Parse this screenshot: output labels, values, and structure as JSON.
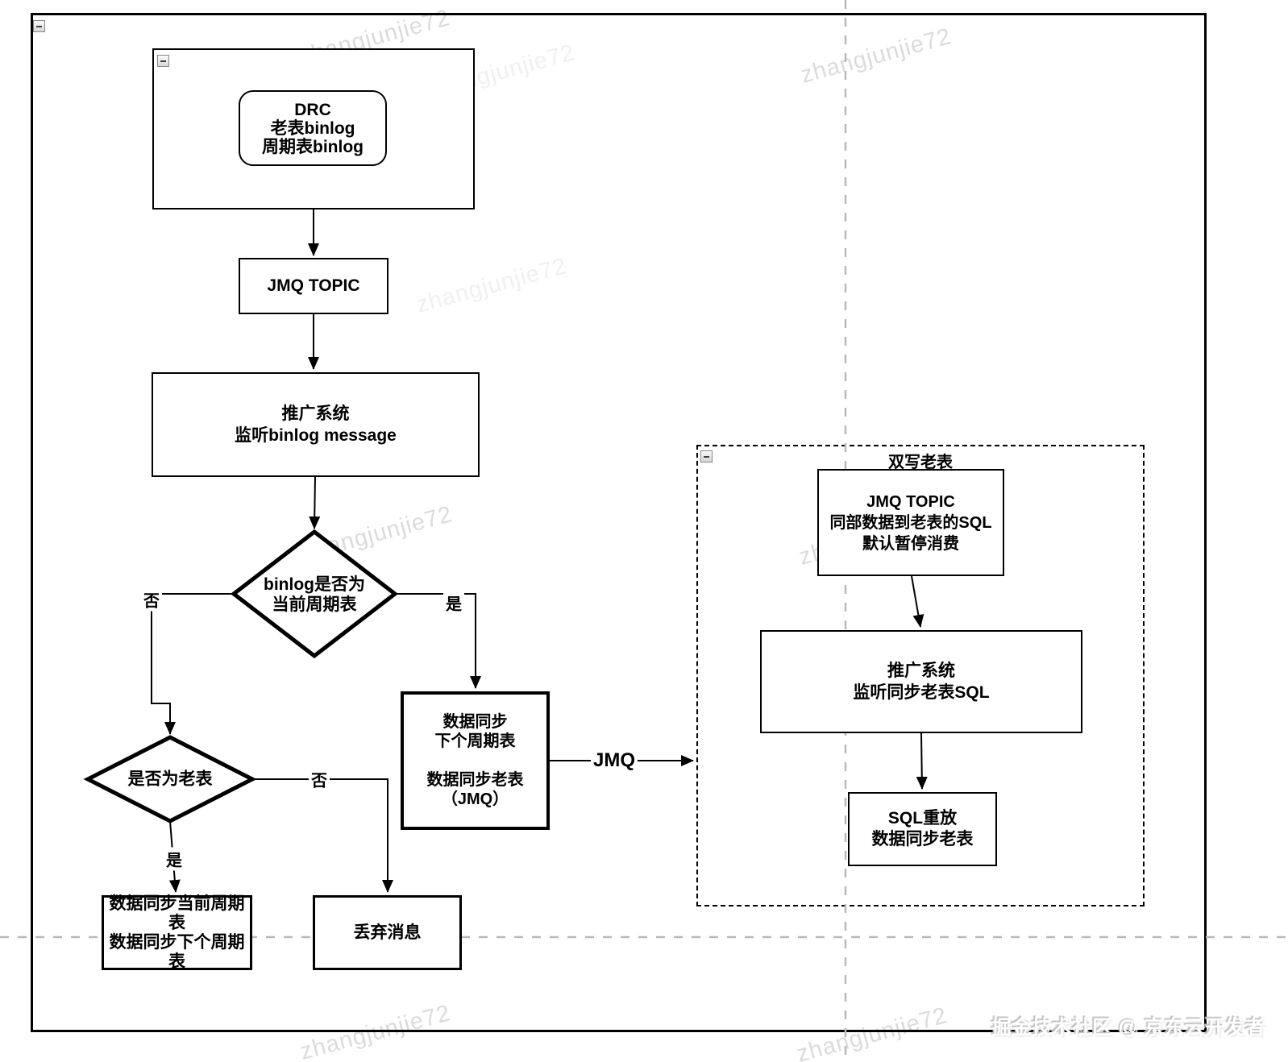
{
  "diagram": {
    "nodes": {
      "drc": "DRC\n老表binlog\n周期表binlog",
      "jmq_topic": "JMQ TOPIC",
      "promo_listen_binlog": "推广系统\n监听binlog message",
      "decision_current_cycle": "binlog是否为\n当前周期表",
      "decision_old_table": "是否为老表",
      "sync_next_cycle": "数据同步\n下个周期表\n\n数据同步老表\n（JMQ）",
      "sync_current_cycle": "数据同步当前周期\n表\n数据同步下个周期\n表",
      "discard_message": "丢弃消息",
      "jmq_topic_old_sql": "JMQ TOPIC\n同部数据到老表的SQL\n默认暂停消费",
      "promo_listen_old_sql": "推广系统\n监听同步老表SQL",
      "sql_replay": "SQL重放\n数据同步老表"
    },
    "group_title_double_write": "双写老表",
    "edge_labels": {
      "no_1": "否",
      "yes_1": "是",
      "no_2": "否",
      "yes_2": "是",
      "jmq": "JMQ"
    },
    "icons": {
      "collapse": "collapse-minus"
    }
  },
  "watermark_text": "zhangjunjie72",
  "footer_credit": "掘金技术社区 @ 京东云开发者"
}
